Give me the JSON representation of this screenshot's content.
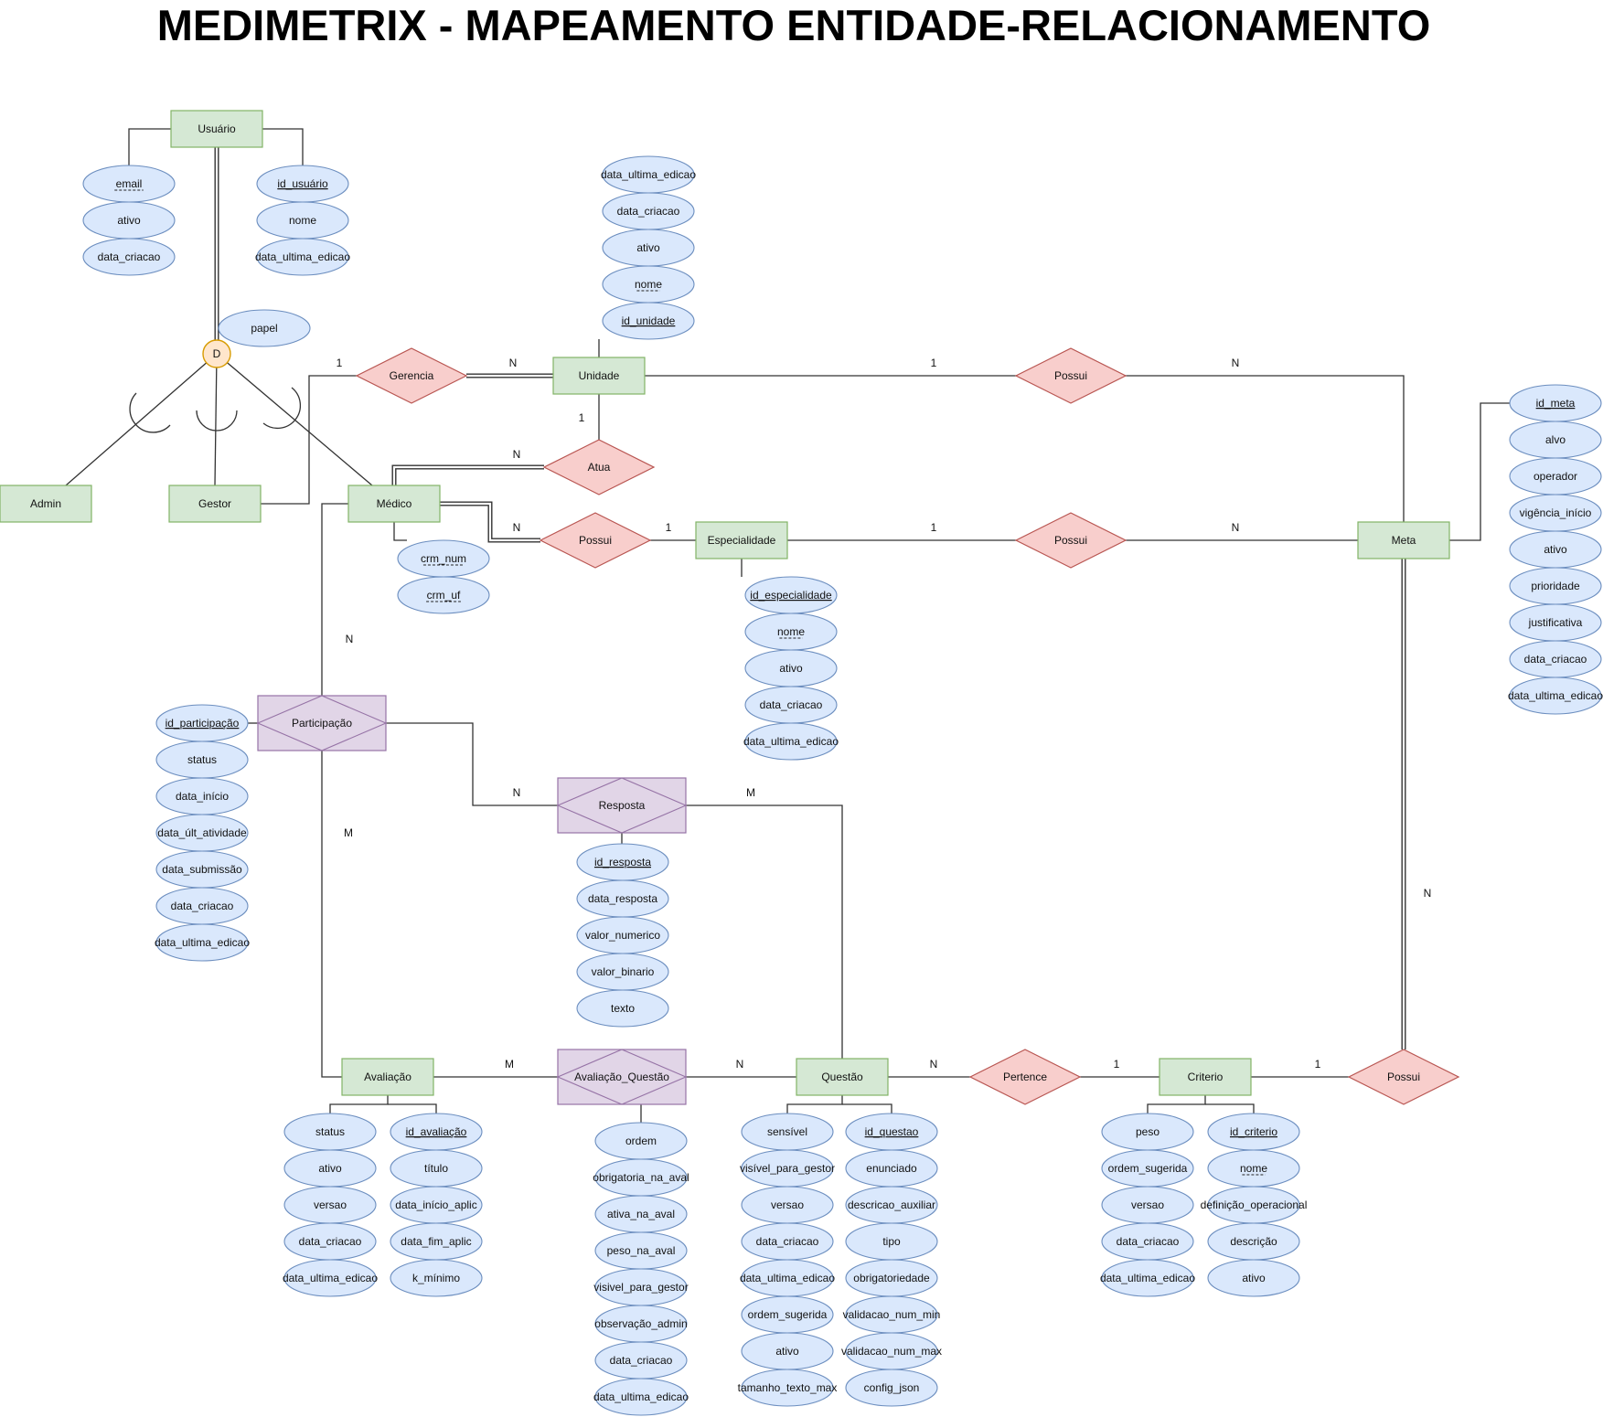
{
  "title": "MEDIMETRIX - MAPEAMENTO ENTIDADE-RELACIONAMENTO",
  "colors": {
    "entity_fill": "#d5e8d4",
    "entity_stroke": "#82b366",
    "relation_fill": "#f8cecc",
    "relation_stroke": "#b85450",
    "assoc_fill": "#e1d5e7",
    "assoc_stroke": "#9673a6",
    "attr_fill": "#dae8fc",
    "attr_stroke": "#6c8ebf",
    "disjoint_fill": "#ffe6cc",
    "disjoint_stroke": "#d79b00"
  },
  "entities": [
    {
      "id": "usuario",
      "label": "Usuário"
    },
    {
      "id": "admin",
      "label": "Admin"
    },
    {
      "id": "gestor",
      "label": "Gestor"
    },
    {
      "id": "medico",
      "label": "Médico"
    },
    {
      "id": "unidade",
      "label": "Unidade"
    },
    {
      "id": "especialidade",
      "label": "Especialidade"
    },
    {
      "id": "meta",
      "label": "Meta"
    },
    {
      "id": "avaliacao",
      "label": "Avaliação"
    },
    {
      "id": "questao",
      "label": "Questão"
    },
    {
      "id": "criterio",
      "label": "Criterio"
    }
  ],
  "associative": [
    {
      "id": "participacao",
      "label": "Participação"
    },
    {
      "id": "resposta",
      "label": "Resposta"
    },
    {
      "id": "aval_questao",
      "label": "Avaliação_Questão"
    }
  ],
  "relationships": [
    {
      "id": "gerencia",
      "label": "Gerencia"
    },
    {
      "id": "possui_unidade_meta",
      "label": "Possui"
    },
    {
      "id": "atua",
      "label": "Atua"
    },
    {
      "id": "possui_medico_esp",
      "label": "Possui"
    },
    {
      "id": "possui_esp_meta",
      "label": "Possui"
    },
    {
      "id": "pertence",
      "label": "Pertence"
    },
    {
      "id": "possui_crit_meta",
      "label": "Possui"
    }
  ],
  "disjoint": {
    "label": "D"
  },
  "attributes": {
    "usuario_left": [
      {
        "label": "email",
        "key": "partial"
      },
      {
        "label": "ativo"
      },
      {
        "label": "data_criacao"
      }
    ],
    "usuario_right": [
      {
        "label": "id_usuário",
        "key": "primary"
      },
      {
        "label": "nome"
      },
      {
        "label": "data_ultima_edicao"
      }
    ],
    "papel": [
      {
        "label": "papel"
      }
    ],
    "unidade": [
      {
        "label": "data_ultima_edicao"
      },
      {
        "label": "data_criacao"
      },
      {
        "label": "ativo"
      },
      {
        "label": "nome",
        "key": "partial"
      },
      {
        "label": "id_unidade",
        "key": "primary"
      }
    ],
    "medico": [
      {
        "label": "crm_num",
        "key": "partial"
      },
      {
        "label": "crm_uf",
        "key": "partial"
      }
    ],
    "especialidade": [
      {
        "label": "id_especialidade",
        "key": "primary"
      },
      {
        "label": "nome",
        "key": "partial"
      },
      {
        "label": "ativo"
      },
      {
        "label": "data_criacao"
      },
      {
        "label": "data_ultima_edicao"
      }
    ],
    "meta": [
      {
        "label": "id_meta",
        "key": "primary"
      },
      {
        "label": "alvo"
      },
      {
        "label": "operador"
      },
      {
        "label": "vigência_início"
      },
      {
        "label": "ativo"
      },
      {
        "label": "prioridade"
      },
      {
        "label": "justificativa"
      },
      {
        "label": "data_criacao"
      },
      {
        "label": "data_ultima_edicao"
      }
    ],
    "participacao": [
      {
        "label": "id_participação",
        "key": "primary"
      },
      {
        "label": "status"
      },
      {
        "label": "data_início"
      },
      {
        "label": "data_últ_atividade"
      },
      {
        "label": "data_submissão"
      },
      {
        "label": "data_criacao"
      },
      {
        "label": "data_ultima_edicao"
      }
    ],
    "resposta": [
      {
        "label": "id_resposta",
        "key": "primary"
      },
      {
        "label": "data_resposta"
      },
      {
        "label": "valor_numerico"
      },
      {
        "label": "valor_binario"
      },
      {
        "label": "texto"
      }
    ],
    "avaliacao_left": [
      {
        "label": "status"
      },
      {
        "label": "ativo"
      },
      {
        "label": "versao"
      },
      {
        "label": "data_criacao"
      },
      {
        "label": "data_ultima_edicao"
      }
    ],
    "avaliacao_right": [
      {
        "label": "id_avaliação",
        "key": "primary"
      },
      {
        "label": "título"
      },
      {
        "label": "data_início_aplic"
      },
      {
        "label": "data_fim_aplic"
      },
      {
        "label": "k_mínimo"
      }
    ],
    "aval_questao": [
      {
        "label": "ordem"
      },
      {
        "label": "obrigatoria_na_aval"
      },
      {
        "label": "ativa_na_aval"
      },
      {
        "label": "peso_na_aval"
      },
      {
        "label": "visivel_para_gestor"
      },
      {
        "label": "observação_admin"
      },
      {
        "label": "data_criacao"
      },
      {
        "label": "data_ultima_edicao"
      }
    ],
    "questao_left": [
      {
        "label": "sensível"
      },
      {
        "label": "visível_para_gestor"
      },
      {
        "label": "versao"
      },
      {
        "label": "data_criacao"
      },
      {
        "label": "data_ultima_edicao"
      },
      {
        "label": "ordem_sugerida"
      },
      {
        "label": "ativo"
      },
      {
        "label": "tamanho_texto_max"
      }
    ],
    "questao_right": [
      {
        "label": "id_questao",
        "key": "primary"
      },
      {
        "label": "enunciado"
      },
      {
        "label": "descricao_auxiliar"
      },
      {
        "label": "tipo"
      },
      {
        "label": "obrigatoriedade"
      },
      {
        "label": "validacao_num_min"
      },
      {
        "label": "validacao_num_max"
      },
      {
        "label": "config_json"
      }
    ],
    "criterio_left": [
      {
        "label": "peso"
      },
      {
        "label": "ordem_sugerida"
      },
      {
        "label": "versao"
      },
      {
        "label": "data_criacao"
      },
      {
        "label": "data_ultima_edicao"
      }
    ],
    "criterio_right": [
      {
        "label": "id_criterio",
        "key": "primary"
      },
      {
        "label": "nome",
        "key": "partial"
      },
      {
        "label": "definição_operacional"
      },
      {
        "label": "descrição"
      },
      {
        "label": "ativo"
      }
    ]
  },
  "cardinalities": {
    "gerencia_gestor": "1",
    "gerencia_unidade": "N",
    "possui_unidade": "1",
    "possui_meta_top": "N",
    "atua_unidade": "1",
    "atua_medico": "N",
    "possui_medico": "N",
    "possui_especialidade": "1",
    "possui_esp": "1",
    "possui_meta_mid": "N",
    "participacao_medico": "N",
    "participacao_avaliacao": "M",
    "resposta_participacao": "N",
    "resposta_questao": "M",
    "avalq_avaliacao": "M",
    "avalq_questao": "N",
    "pertence_questao": "N",
    "pertence_criterio": "1",
    "possui_criterio": "1",
    "possui_meta_vert": "N"
  }
}
